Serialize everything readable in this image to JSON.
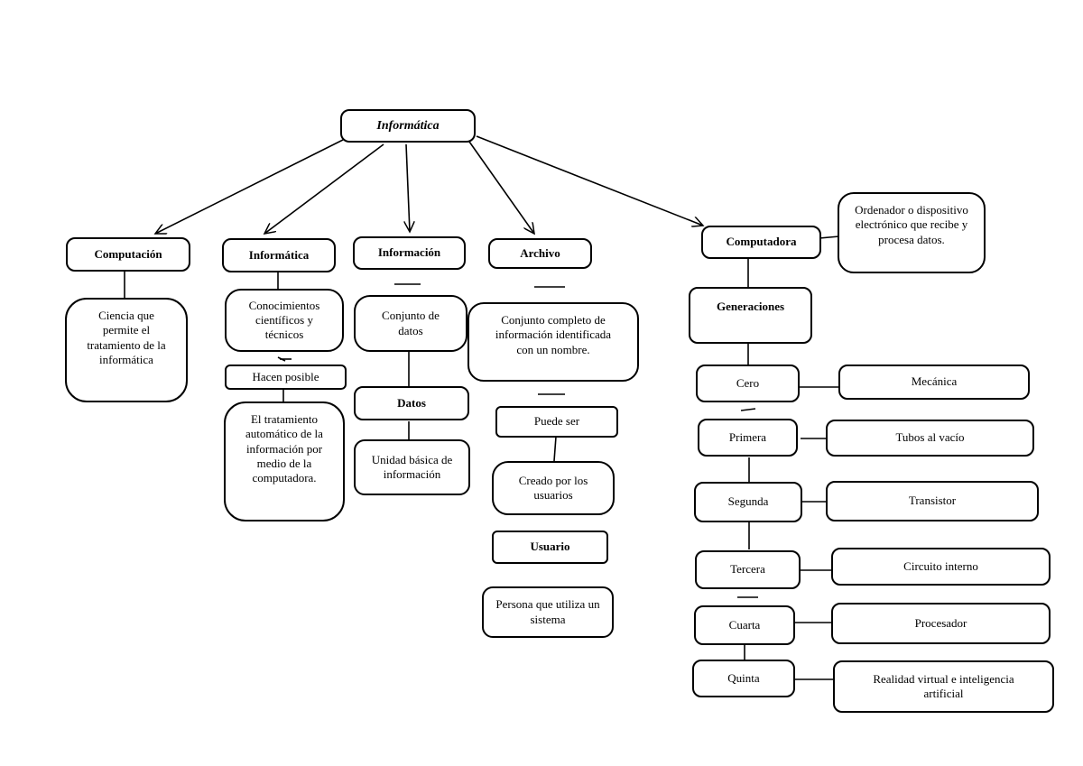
{
  "diagram": {
    "root": "Informática",
    "computacion": {
      "title": "Computación",
      "definition": "Ciencia que permite el tratamiento de la informática"
    },
    "informatica": {
      "title": "Informática",
      "definition": "Conocimientos científicos y técnicos",
      "connector": "Hacen posible",
      "result": "El tratamiento automático de la información por medio de la computadora."
    },
    "informacion": {
      "title": "Información",
      "definition": "Conjunto de datos",
      "sub_title": "Datos",
      "sub_definition": "Unidad básica de información"
    },
    "archivo": {
      "title": "Archivo",
      "definition": "Conjunto completo de información identificada con un nombre.",
      "connector": "Puede ser",
      "result": "Creado por los usuarios",
      "sub_title": "Usuario",
      "sub_definition": "Persona que utiliza un sistema"
    },
    "computadora": {
      "title": "Computadora",
      "definition": "Ordenador o dispositivo electrónico que recibe y procesa datos.",
      "generations_title": "Generaciones",
      "generations": [
        {
          "name": "Cero",
          "tech": "Mecánica"
        },
        {
          "name": "Primera",
          "tech": "Tubos al vacío"
        },
        {
          "name": "Segunda",
          "tech": "Transistor"
        },
        {
          "name": "Tercera",
          "tech": "Circuito interno"
        },
        {
          "name": "Cuarta",
          "tech": "Procesador"
        },
        {
          "name": "Quinta",
          "tech": "Realidad virtual e inteligencia artificial"
        }
      ]
    }
  }
}
